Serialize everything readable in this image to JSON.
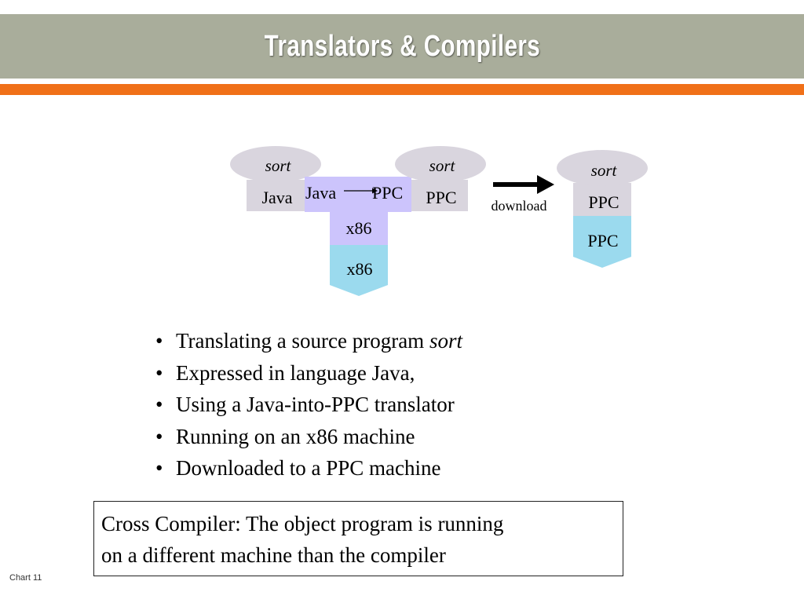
{
  "title": "Translators & Compilers",
  "diagram": {
    "source_program": {
      "name": "sort",
      "language": "Java"
    },
    "translator": {
      "from": "Java",
      "to": "PPC",
      "implementation_language": "x86"
    },
    "object_program": {
      "name": "sort",
      "language": "PPC"
    },
    "host_machine": "x86",
    "download_label": "download",
    "target_program": {
      "name": "sort",
      "language": "PPC"
    },
    "target_machine": "PPC",
    "colors": {
      "program": "#d9d5de",
      "translator": "#ccc4fc",
      "machine": "#9bdaee"
    }
  },
  "bullets": [
    {
      "text": "Translating a source program ",
      "emphasis": "sort"
    },
    {
      "text": "Expressed in language Java,",
      "emphasis": ""
    },
    {
      "text": "Using a Java-into-PPC translator",
      "emphasis": ""
    },
    {
      "text": "Running on an x86 machine",
      "emphasis": ""
    },
    {
      "text": "Downloaded to a PPC machine",
      "emphasis": ""
    }
  ],
  "definition": {
    "line1": "Cross Compiler: The object program is running",
    "line2": "on a different machine than the compiler"
  },
  "footer": "Chart 11",
  "theme": {
    "title_bar": "#a9ad9b",
    "accent": "#f07018"
  }
}
